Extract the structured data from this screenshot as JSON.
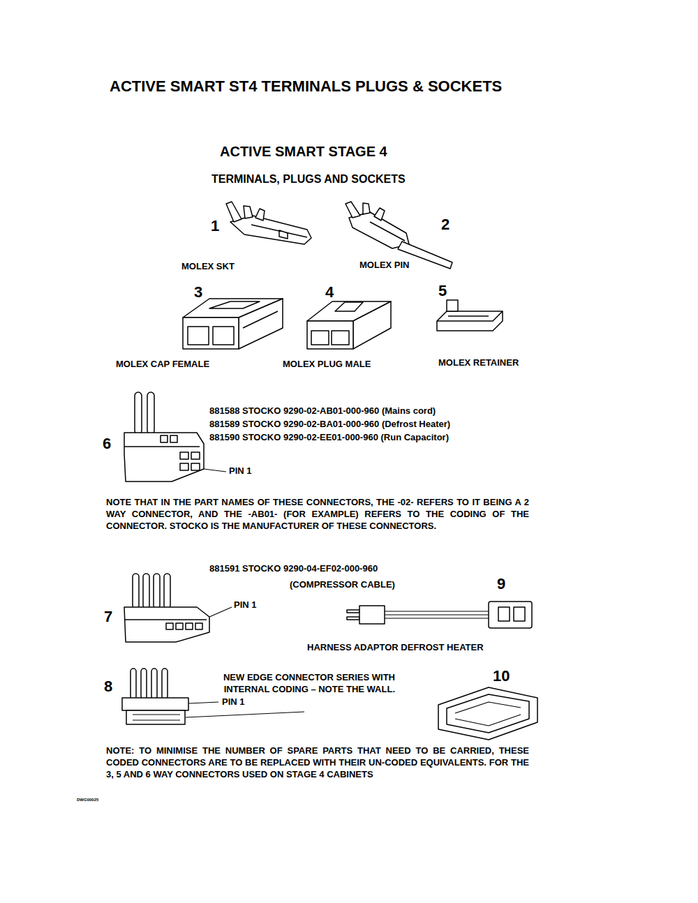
{
  "diagram": {
    "title": "ACTIVE SMART ST4 TERMINALS PLUGS & SOCKETS",
    "labels": [
      "ACTIVE SMART STAGE 4",
      "TERMINALS, PLUGS AND SOCKETS",
      "1",
      "2",
      "MOLEX SKT",
      "MOLEX PIN",
      "3",
      "4",
      "5",
      "MOLEX CAP FEMALE",
      "MOLEX PLUG MALE",
      "MOLEX RETAINER",
      "881588 STOCKO 9290-02-AB01-000-960 (Mains cord)",
      "881589 STOCKO 9290-02-BA01-000-960 (Defrost Heater)",
      "881590 STOCKO 9290-02-EE01-000-960 (Run Capacitor)",
      "6",
      "PIN 1",
      "NOTE THAT IN THE PART NAMES OF THESE CONNECTORS, THE -02- REFERS TO IT BEING A 2 WAY CONNECTOR, AND THE -AB01- (FOR EXAMPLE) REFERS TO THE CODING OF THE CONNECTOR. STOCKO IS THE MANUFACTURER OF THESE CONNECTORS.",
      "881591 STOCKO 9290-04-EF02-000-960",
      "(COMPRESSOR CABLE)",
      "9",
      "7",
      "PIN 1",
      "HARNESS ADAPTOR DEFROST HEATER",
      "8",
      "NEW EDGE CONNECTOR SERIES WITH INTERNAL CODING – NOTE THE WALL.",
      "PIN 1",
      "10",
      "NOTE: TO MINIMISE THE NUMBER OF SPARE PARTS THAT NEED TO BE CARRIED, THESE CODED CONNECTORS ARE TO BE REPLACED WITH THEIR UN-CODED EQUIVALENTS. FOR THE 3, 5 AND 6 WAY CONNECTORS USED ON STAGE 4 CABINETS",
      "DWG00025"
    ]
  }
}
